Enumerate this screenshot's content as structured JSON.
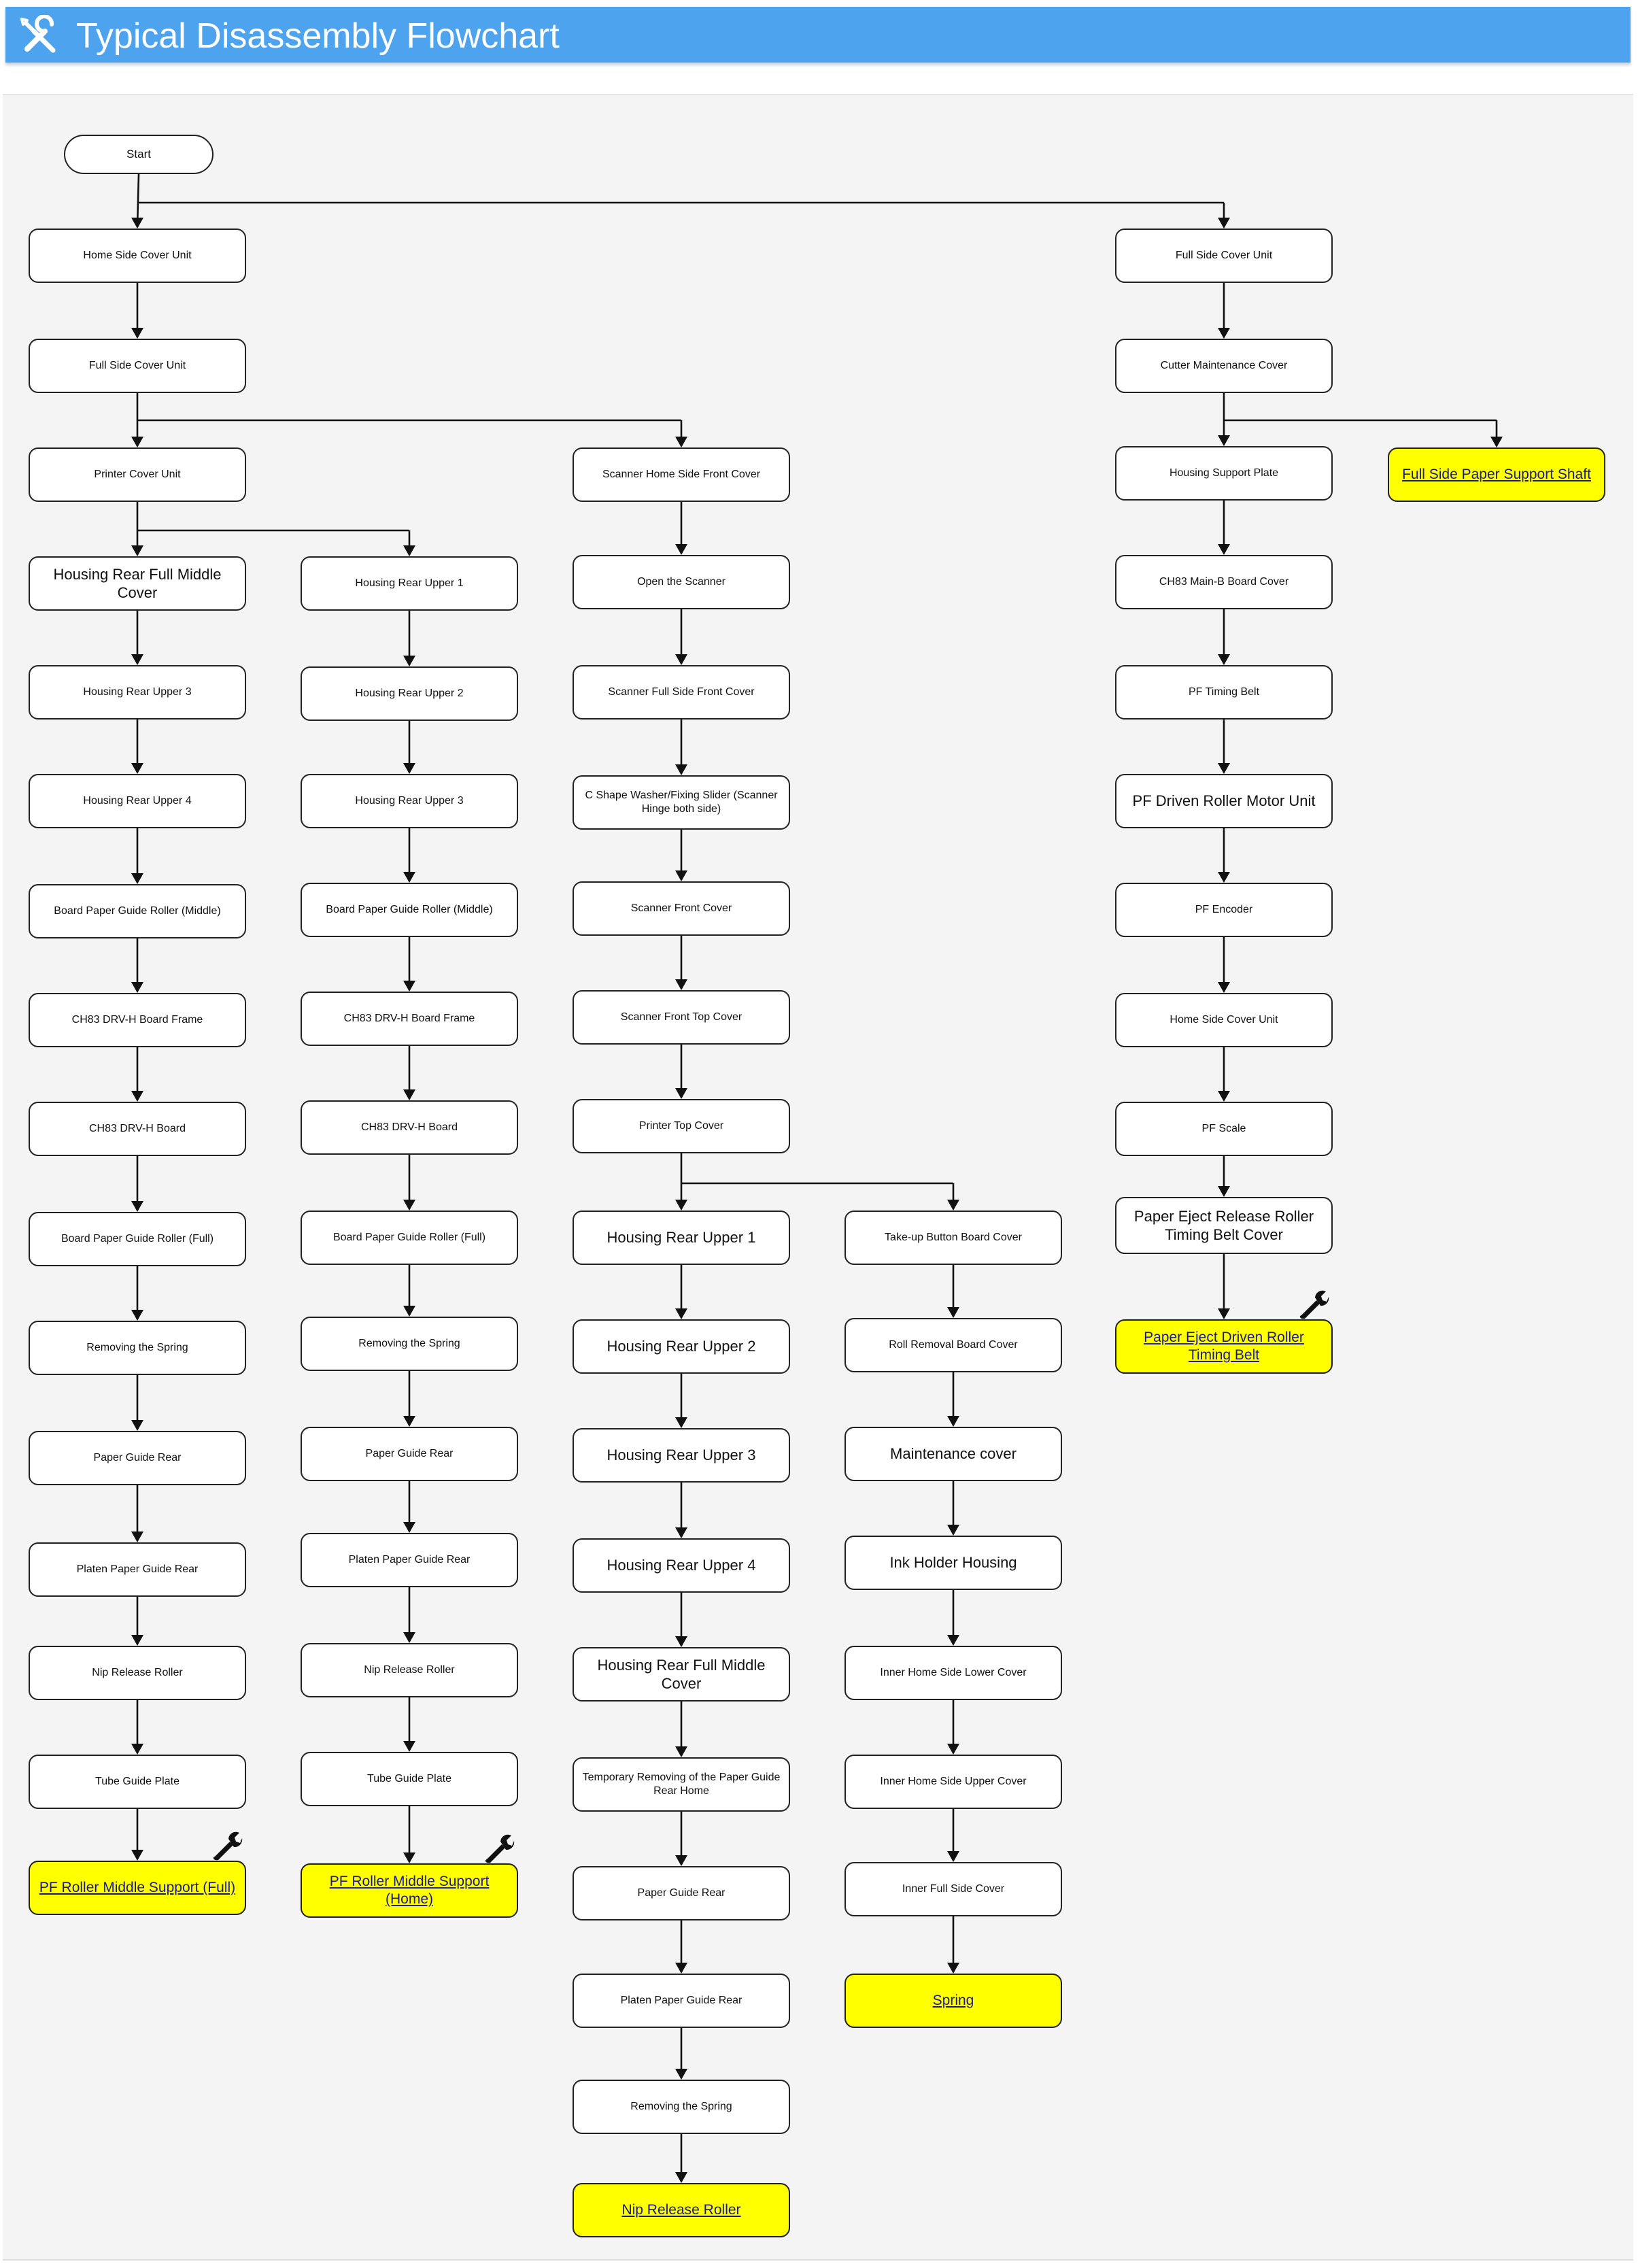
{
  "header": {
    "title": "Typical Disassembly Flowchart",
    "icon": "tools-icon",
    "color": "#4da3ed"
  },
  "colors": {
    "leaf_fill": "#ffff00",
    "leaf_text": "#1a1a99",
    "border": "#222222",
    "canvas": "#f4f4f4"
  },
  "flowchart": {
    "start": "Start",
    "col1": [
      "Home Side Cover Unit",
      "Full Side Cover Unit",
      "Printer Cover Unit",
      "Housing Rear Full Middle Cover",
      "Housing Rear Upper 3",
      "Housing Rear Upper 4",
      "Board Paper Guide Roller (Middle)",
      "CH83 DRV-H Board Frame",
      "CH83 DRV-H Board",
      "Board Paper Guide Roller (Full)",
      "Removing the Spring",
      "Paper Guide Rear",
      "Platen Paper Guide Rear",
      "Nip Release Roller",
      "Tube Guide Plate",
      "PF Roller Middle Support (Full)"
    ],
    "col2": [
      "Housing Rear Upper 1",
      "Housing Rear Upper 2",
      "Housing Rear Upper 3",
      "Board Paper Guide Roller (Middle)",
      "CH83 DRV-H Board Frame",
      "CH83 DRV-H Board",
      "Board Paper Guide Roller (Full)",
      "Removing the Spring",
      "Paper Guide Rear",
      "Platen Paper Guide Rear",
      "Nip Release Roller",
      "Tube Guide Plate",
      "PF Roller Middle Support (Home)"
    ],
    "col3": [
      "Scanner Home Side Front Cover",
      "Open the Scanner",
      "Scanner Full Side Front Cover",
      "C Shape Washer/Fixing Slider (Scanner Hinge both side)",
      "Scanner Front Cover",
      "Scanner Front Top Cover",
      "Printer Top Cover",
      "Housing Rear Upper 1",
      "Housing Rear Upper 2",
      "Housing Rear Upper 3",
      "Housing Rear Upper 4",
      "Housing Rear Full Middle Cover",
      "Temporary Removing of the Paper Guide Rear Home",
      "Paper Guide Rear",
      "Platen Paper Guide Rear",
      "Removing the Spring",
      "Nip Release Roller"
    ],
    "col4": [
      "Take-up Button Board Cover",
      "Roll Removal Board Cover",
      "Maintenance cover",
      "Ink Holder Housing",
      "Inner Home Side Lower Cover",
      "Inner Home Side Upper Cover",
      "Inner Full Side Cover",
      "Spring"
    ],
    "col5": [
      "Full Side Cover Unit",
      "Cutter Maintenance Cover",
      "Housing Support Plate",
      "CH83 Main-B Board Cover",
      "PF Timing Belt",
      "PF Driven Roller Motor Unit",
      "PF Encoder",
      "Home Side Cover Unit",
      "PF Scale",
      "Paper Eject Release Roller Timing Belt Cover",
      "Paper Eject Driven Roller Timing Belt"
    ],
    "col6": [
      "Full Side Paper Support Shaft"
    ],
    "icons": {
      "wrench": "wrench-icon"
    }
  }
}
